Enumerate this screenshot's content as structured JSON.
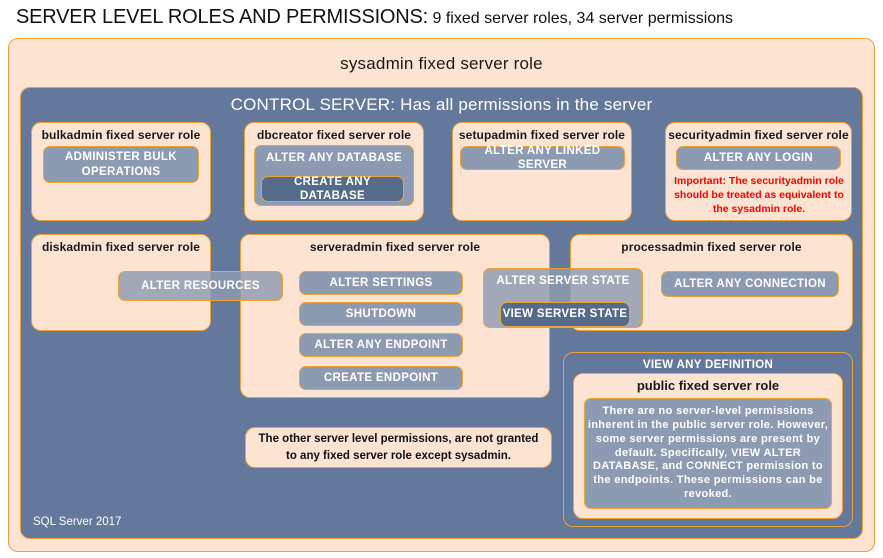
{
  "header": {
    "title_strong": "SERVER LEVEL ROLES AND PERMISSIONS:",
    "title_rest": " 9 fixed server roles, 34 server permissions"
  },
  "sysadmin": {
    "label": "sysadmin fixed server role"
  },
  "control_server": {
    "label": "CONTROL SERVER: Has all permissions in the server"
  },
  "roles": {
    "bulkadmin": {
      "title": "bulkadmin  fixed server role",
      "permissions": [
        "ADMINISTER  BULK OPERATIONS"
      ]
    },
    "dbcreator": {
      "title": "dbcreator fixed server role",
      "permissions": [
        "ALTER ANY DATABASE",
        "CREATE  ANY DATABASE"
      ]
    },
    "setupadmin": {
      "title": "setupadmin fixed server role",
      "permissions": [
        "ALTER ANY LINKED SERVER"
      ]
    },
    "securityadmin": {
      "title": "securityadmin  fixed server role",
      "permissions": [
        "ALTER ANY LOGIN"
      ],
      "warning": "Important:  The securityadmin role should  be treated as equivalent to the sysadmin role."
    },
    "diskadmin": {
      "title": "diskadmin fixed server role",
      "permissions": [
        "ALTER RESOURCES"
      ]
    },
    "serveradmin": {
      "title": "serveradmin fixed server role",
      "permissions": [
        "ALTER SETTINGS",
        "SHUTDOWN",
        "ALTER ANY ENDPOINT",
        "CREATE  ENDPOINT"
      ]
    },
    "processadmin": {
      "title": "processadmin fixed server role",
      "permissions": [
        "ALTER ANY CONNECTION"
      ]
    },
    "shared": {
      "alter_server_state": "ALTER SERVER  STATE",
      "view_server_state": "VIEW  SERVER  STATE"
    },
    "public": {
      "view_any_definition": "VIEW ANY DEFINITION",
      "title": "public  fixed server role",
      "body": "There are no server-level permissions inherent in the public server role. However, some server permissions are present by default. Specifically, VIEW ALTER DATABASE, and CONNECT permission to the endpoints. These permissions can be revoked."
    }
  },
  "note": {
    "other_permissions": "The other server level permissions,  are not granted to any fixed server role except sysadmin."
  },
  "footer": {
    "label": "SQL Server 2017"
  },
  "colors": {
    "peach": "#fce3d2",
    "gold": "#e8a33d",
    "slate": "#64789b",
    "slate_dark": "#566b8a",
    "permission": "#8d9bb2",
    "warning_text": "#ff0000"
  }
}
